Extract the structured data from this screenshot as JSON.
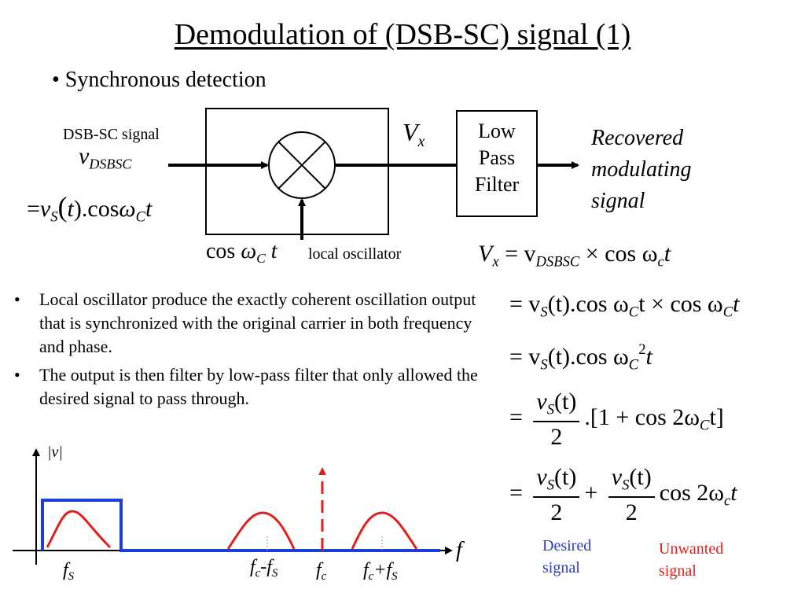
{
  "slide": {
    "title": "Demodulation of (DSB-SC) signal (1)",
    "subtitle_bullet": "• Synchronous detection"
  },
  "block_diagram": {
    "input_label": "DSB-SC signal",
    "input_symbol": "v",
    "input_symbol_sub": "DSBSC",
    "lo_label": "local oscillator",
    "lo_cos": "cos",
    "omega": "ω",
    "sub_C": "C",
    "var_t": "t",
    "vx_symbol": "V",
    "vx_sub": "x",
    "lpf_lines": [
      "Low",
      "Pass",
      "Filter"
    ],
    "output_lines": [
      "Recovered",
      "modulating",
      "signal"
    ]
  },
  "input_equation": {
    "eq": "=",
    "v": "v",
    "sub_S": "S",
    "lp": "(",
    "t": "t",
    "rp_dot": ").cos",
    "omega": "ω",
    "sub_C": "C",
    "t2": "t"
  },
  "bullets": [
    {
      "marker": "•",
      "text": "Local oscillator produce the exactly coherent oscillation output that is synchronized with the original carrier in both frequency and phase."
    },
    {
      "marker": "•",
      "text": "The output is then filter by low-pass filter that only allowed the desired signal to pass through."
    }
  ],
  "equations": {
    "line1": {
      "V": "V",
      "x": "x",
      "mid": " = v",
      "DSBSC": "DSBSC",
      "tail": " × cos ω",
      "c": "c",
      "t": "t"
    },
    "line2": {
      "head": "= v",
      "S": "S",
      "mid": "(t).cos ω",
      "C1": "C",
      "mid2": "t × cos ω",
      "C2": "C",
      "t": "t"
    },
    "line3": {
      "head": "= v",
      "S": "S",
      "mid": "(t).cos ω",
      "C": "C",
      "sup": "2",
      "t": "t"
    },
    "line4": {
      "eq": "=",
      "num_v": "v",
      "num_S": "S",
      "num_t": "(t)",
      "den": "2",
      "mid": ".[1 + cos 2ω",
      "C": "C",
      "tail": "t]"
    },
    "line5": {
      "eq": "=",
      "num_v": "v",
      "num_S": "S",
      "num_t": "(t)",
      "den": "2",
      "plus": "+",
      "num2_v": "v",
      "num2_S": "S",
      "num2_t": "(t)",
      "den2": "2",
      "tail": "cos 2ω",
      "c": "c",
      "t": "t"
    }
  },
  "annotations": {
    "desired": [
      "Desired",
      "signal"
    ],
    "unwanted": [
      "Unwanted",
      "signal"
    ],
    "desired_color": "#2e3ac4",
    "unwanted_color": "#e0201b"
  },
  "spectrum": {
    "y_axis_label": "|v|",
    "x_axis_label": "f",
    "fS_f": "f",
    "fS_S": "S",
    "fc_minus": {
      "f": "f",
      "c": "c",
      "op": "-f",
      "S": "S"
    },
    "fc": {
      "f": "f",
      "c": "c"
    },
    "fc_plus": {
      "f": "f",
      "c": "c",
      "op": "+f",
      "S": "S"
    },
    "blue": "#1b3ed6",
    "red": "#e0201b"
  }
}
